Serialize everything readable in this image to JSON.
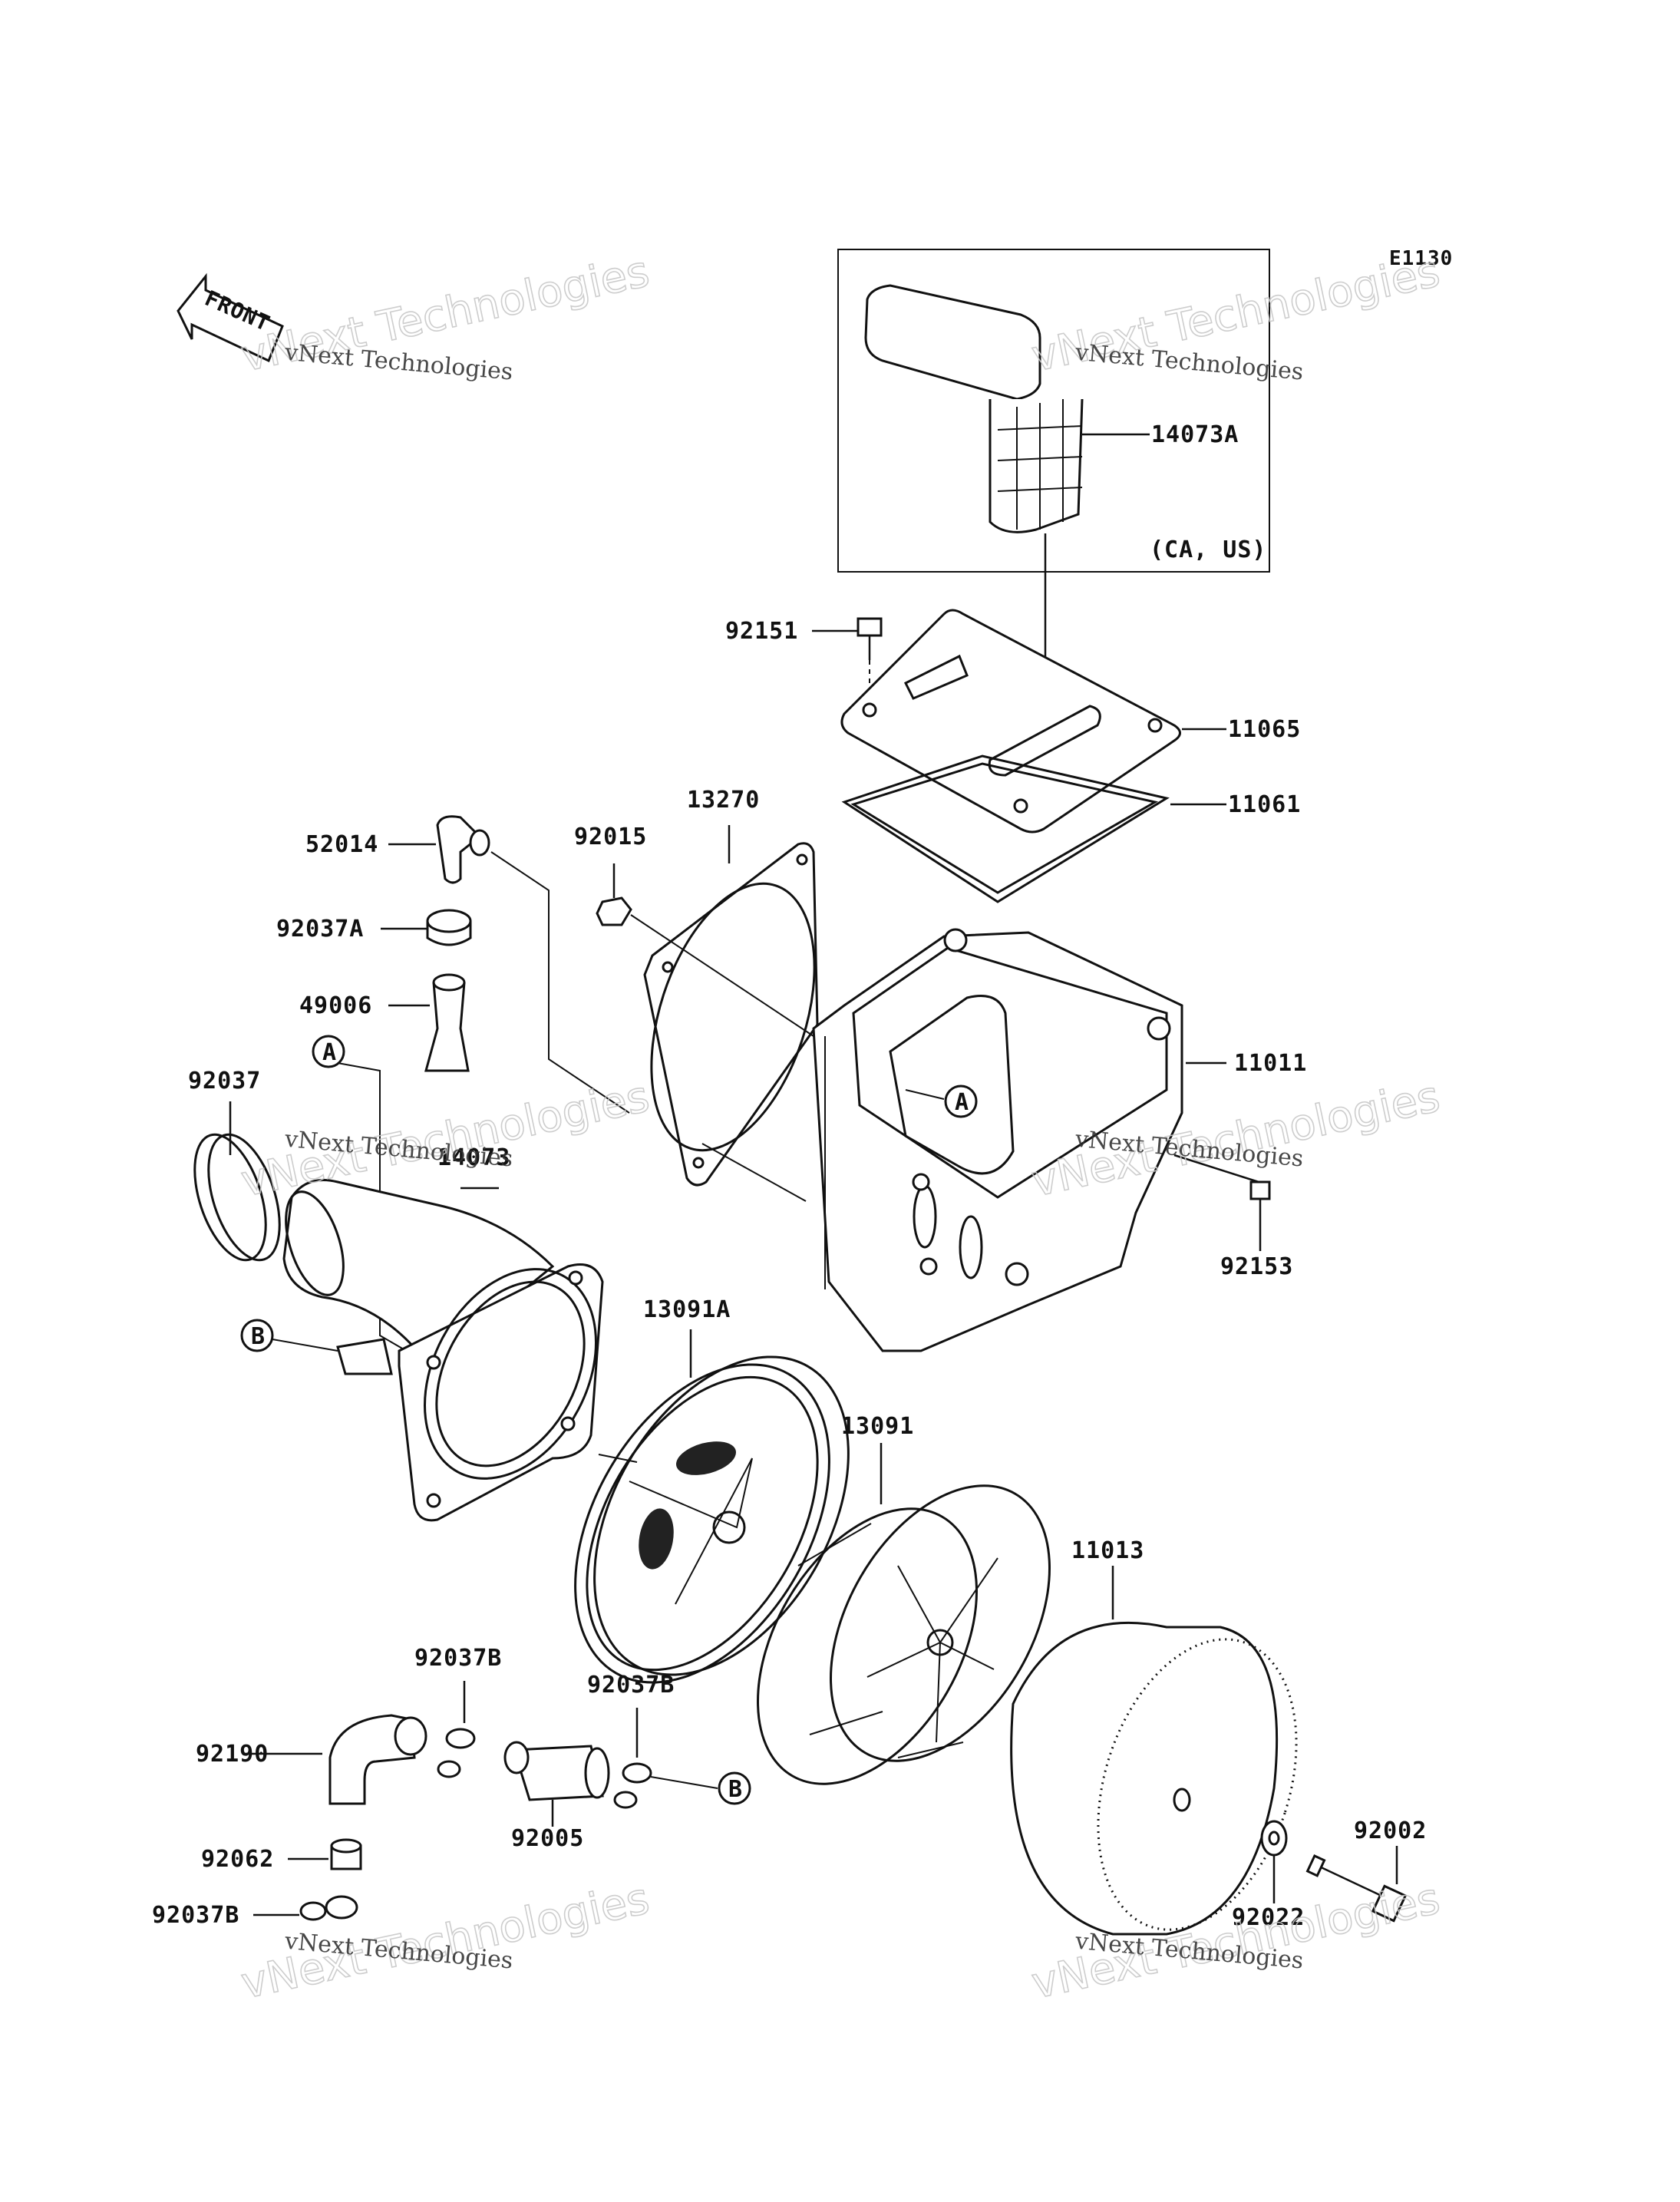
{
  "diagram_code": "E1130",
  "front_label": "FRONT",
  "variant_note": "(CA, US)",
  "callouts": {
    "p14073A": "14073A",
    "p92151": "92151",
    "p11065": "11065",
    "p11061": "11061",
    "p13270": "13270",
    "p92015": "92015",
    "p52014": "52014",
    "p92037A": "92037A",
    "p49006": "49006",
    "p11011": "11011",
    "p92037": "92037",
    "p14073": "14073",
    "p92153": "92153",
    "p13091A": "13091A",
    "p13091": "13091",
    "p11013": "11013",
    "p92037B_1": "92037B",
    "p92037B_2": "92037B",
    "p92190": "92190",
    "p92005": "92005",
    "p92062": "92062",
    "p92037B_3": "92037B",
    "p92002": "92002",
    "p92022": "92022"
  },
  "refs": {
    "a1": "A",
    "a2": "A",
    "b1": "B",
    "b2": "B"
  },
  "watermark": {
    "big": "vNext Technologies",
    "small": "vNext Technologies"
  }
}
